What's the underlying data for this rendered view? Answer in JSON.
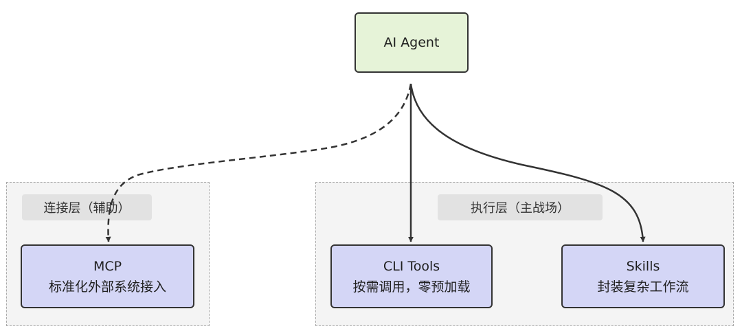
{
  "nodes": {
    "agent": {
      "title": "AI Agent"
    },
    "mcp": {
      "title": "MCP",
      "subtitle": "标准化外部系统接入"
    },
    "cli": {
      "title": "CLI Tools",
      "subtitle": "按需调用，零预加载"
    },
    "skills": {
      "title": "Skills",
      "subtitle": "封装复杂工作流"
    }
  },
  "groups": {
    "connection": {
      "label": "连接层（辅助）"
    },
    "execution": {
      "label": "执行层（主战场）"
    }
  },
  "edges": [
    {
      "from": "agent",
      "to": "mcp",
      "style": "dashed"
    },
    {
      "from": "agent",
      "to": "cli",
      "style": "solid"
    },
    {
      "from": "agent",
      "to": "skills",
      "style": "solid"
    }
  ],
  "colors": {
    "agent_fill": "#e6f3d8",
    "node_fill": "#d4d6f6",
    "group_fill": "#f4f4f4",
    "label_fill": "#e2e2e2",
    "stroke": "#333333"
  }
}
